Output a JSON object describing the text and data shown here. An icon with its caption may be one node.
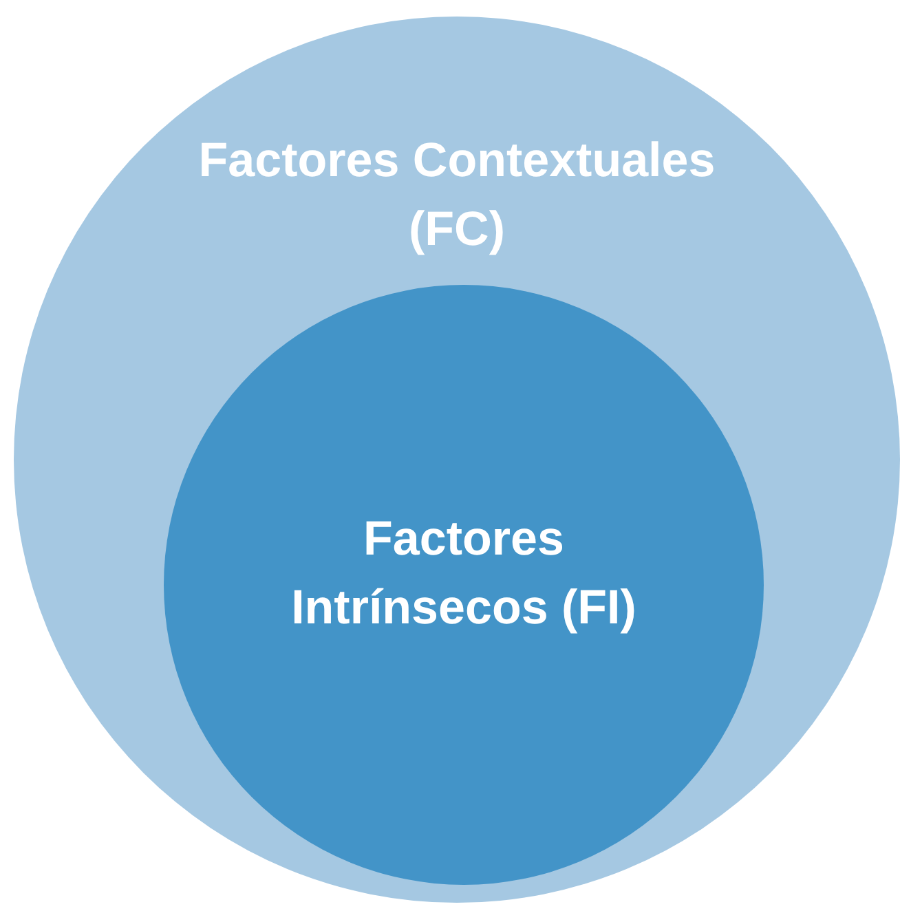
{
  "diagram": {
    "nodes": [
      {
        "text": [
          "Factores Contextuales (FC)"
        ]
      },
      {
        "text": [
          "Factores Intrínsecos (FI)"
        ],
        "in": 0
      }
    ]
  }
}
